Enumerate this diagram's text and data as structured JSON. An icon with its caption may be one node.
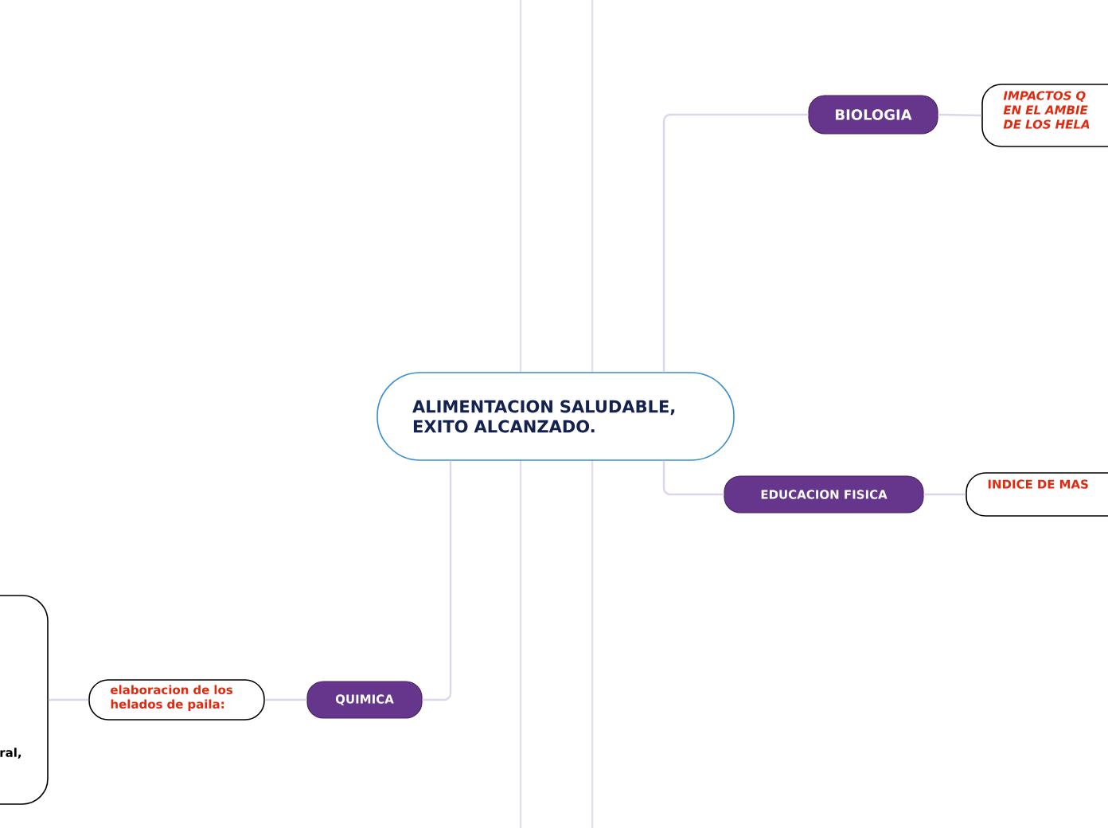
{
  "diagram": {
    "nodes": [
      {
        "text": [
          "ALIMENTACION SALUDABLE, EXITO ALCANZADO."
        ]
      },
      {
        "text": [
          "BIOLOGIA"
        ]
      },
      {
        "text": [
          "IMPACTOS Q EN EL AMBIE DE LOS HELA"
        ]
      },
      {
        "text": [
          "EDUCACION FISICA"
        ]
      },
      {
        "text": [
          "INDICE DE MAS"
        ]
      },
      {
        "text": [
          "QUIMICA"
        ]
      },
      {
        "text": [
          "elaboracion de los helados de paila:"
        ]
      },
      {
        "text": [
          "ral,"
        ]
      }
    ],
    "edges": [
      {
        "from": 0,
        "to": 1,
        "arrow": "none"
      },
      {
        "from": 1,
        "to": 2,
        "arrow": "none"
      },
      {
        "from": 0,
        "to": 3,
        "arrow": "none"
      },
      {
        "from": 3,
        "to": 4,
        "arrow": "none"
      },
      {
        "from": 0,
        "to": 5,
        "arrow": "none"
      },
      {
        "from": 5,
        "to": 6,
        "arrow": "none"
      },
      {
        "from": 6,
        "to": 7,
        "arrow": "none"
      }
    ]
  }
}
